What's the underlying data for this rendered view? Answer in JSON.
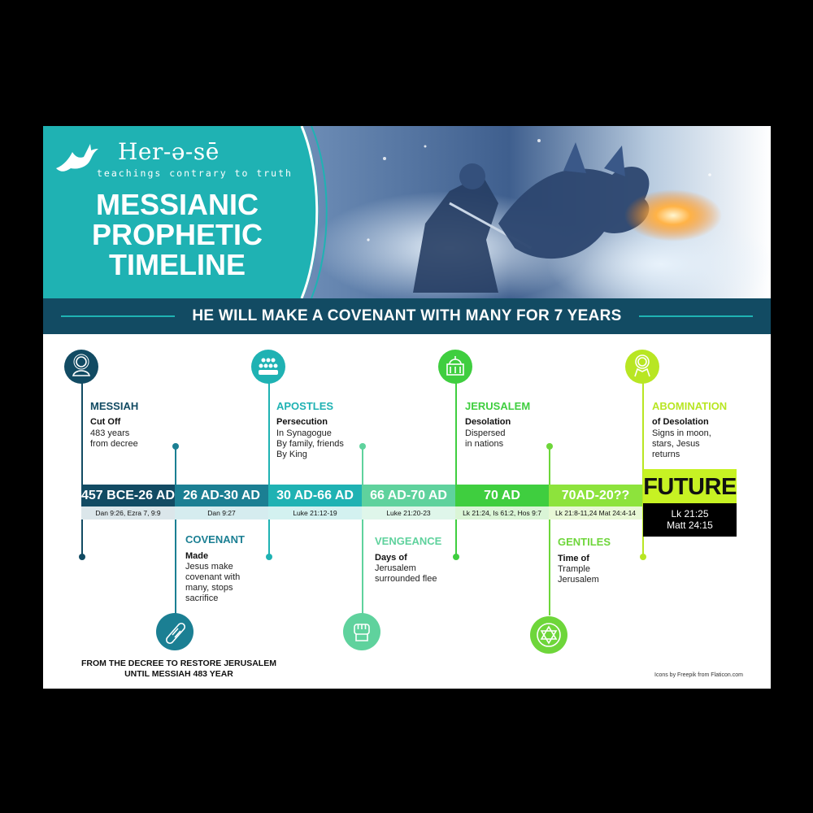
{
  "brand": {
    "name": "Her-ə-sē",
    "tagline": "teachings contrary to truth"
  },
  "title_lines": [
    "MESSIANIC",
    "PROPHETIC",
    "TIMELINE"
  ],
  "banner": "HE WILL MAKE A COVENANT WITH MANY FOR 7 YEARS",
  "timeline": [
    {
      "period": "457 BCE-26 AD",
      "ref": "Dan 9:26, Ezra 7, 9:9",
      "color": "#124b63",
      "ref_bg": "#dbe6ea"
    },
    {
      "period": "26 AD-30 AD",
      "ref": "Dan 9:27",
      "color": "#1b7f93",
      "ref_bg": "#d5ecef"
    },
    {
      "period": "30 AD-66 AD",
      "ref": "Luke 21:12-19",
      "color": "#1fb2b3",
      "ref_bg": "#d3f1f0"
    },
    {
      "period": "66 AD-70 AD",
      "ref": "Luke 21:20-23",
      "color": "#5fd29d",
      "ref_bg": "#dff6ea"
    },
    {
      "period": "70 AD",
      "ref": "Lk 21:24, Is 61:2, Hos 9:7",
      "color": "#3fce3f",
      "ref_bg": "#daf5d6"
    },
    {
      "period": "70AD-20??",
      "ref": "Lk 21:8-11,24 Mat 24:4-14",
      "color": "#8de33c",
      "ref_bg": "#e8f8d6"
    }
  ],
  "future": {
    "label": "FUTURE",
    "ref_line1": "Lk 21:25",
    "ref_line2": "Matt 24:15",
    "color": "#c7f223"
  },
  "events_top": [
    {
      "title": "MESSIAH",
      "subtitle": "Cut Off",
      "lines": [
        "483 years",
        "from decree"
      ],
      "color": "#124b63",
      "icon": "messiah-icon"
    },
    {
      "title": "APOSTLES",
      "subtitle": "Persecution",
      "lines": [
        "In Synagogue",
        "By family, friends",
        "By King"
      ],
      "color": "#1fb2b3",
      "icon": "crowd-icon"
    },
    {
      "title": "JERUSALEM",
      "subtitle": "Desolation",
      "lines": [
        "Dispersed",
        "in nations"
      ],
      "color": "#3fce3f",
      "icon": "temple-icon"
    },
    {
      "title": "ABOMINATION",
      "subtitle": "of Desolation",
      "lines": [
        "Signs in moon,",
        "stars, Jesus",
        "returns"
      ],
      "color": "#b8e623",
      "icon": "jesus-icon"
    }
  ],
  "events_bottom": [
    {
      "title": "COVENANT",
      "subtitle": "Made",
      "lines": [
        "Jesus make",
        "covenant with",
        "many, stops",
        "sacrifice"
      ],
      "color": "#1b7f93",
      "icon": "scroll-icon"
    },
    {
      "title": "VENGEANCE",
      "subtitle": "Days of",
      "lines": [
        "Jerusalem",
        "surrounded flee"
      ],
      "color": "#5fd29d",
      "icon": "fist-icon"
    },
    {
      "title": "GENTILES",
      "subtitle": "Time of",
      "lines": [
        "Trample",
        "Jerusalem"
      ],
      "color": "#6ed63a",
      "icon": "star-of-david-icon"
    }
  ],
  "footer": {
    "line1": "FROM THE DECREE TO RESTORE JERUSALEM",
    "line2": "UNTIL MESSIAH 483 YEAR"
  },
  "credit": "Icons by Freepik from Flaticon.com"
}
